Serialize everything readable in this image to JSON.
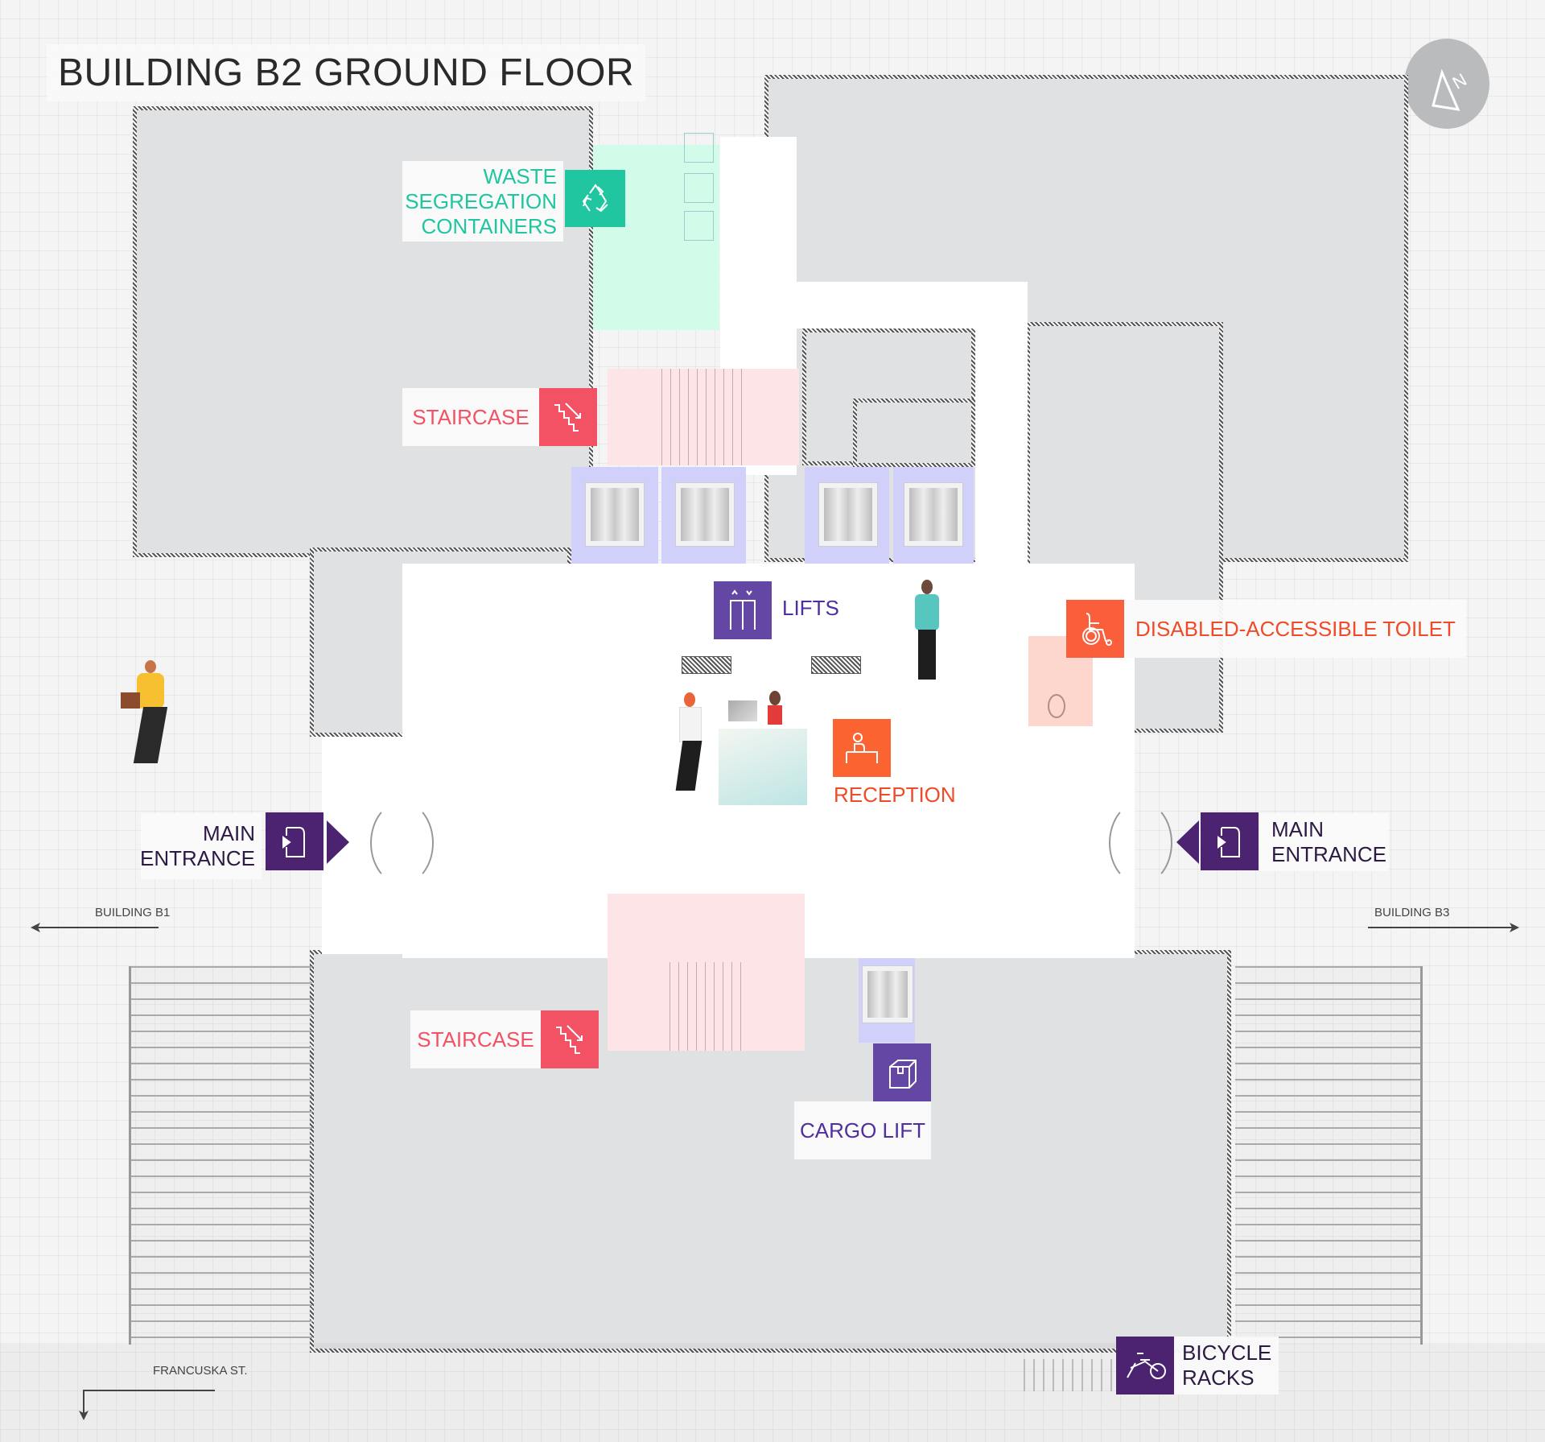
{
  "map": {
    "title": "BUILDING B2 GROUND FLOOR",
    "compass": {
      "icon": "north-compass-icon",
      "letter": "N"
    },
    "colors": {
      "waste": "#1fc6a0",
      "staircase": "#f25263",
      "lifts": "#6447a4",
      "toilet": "#fa5e3a",
      "reception": "#fb6430",
      "entrance": "#4b2371",
      "bicycle": "#4b2371",
      "room_fill": "#e0e1e3",
      "floor_fill": "#ffffff"
    },
    "labels": {
      "waste": {
        "lines": [
          "WASTE",
          "SEGREGATION",
          "CONTAINERS"
        ],
        "icon": "recycle-icon"
      },
      "staircase_top": {
        "text": "STAIRCASE",
        "icon": "staircase-down-icon"
      },
      "lifts": {
        "text": "LIFTS",
        "icon": "lift-icon"
      },
      "toilet": {
        "text": "DISABLED-ACCESSIBLE TOILET",
        "icon": "wheelchair-icon"
      },
      "reception": {
        "text": "RECEPTION",
        "icon": "reception-desk-icon"
      },
      "main_entrance_left": {
        "lines": [
          "MAIN",
          "ENTRANCE"
        ],
        "icon": "entrance-door-icon"
      },
      "main_entrance_right": {
        "lines": [
          "MAIN",
          "ENTRANCE"
        ],
        "icon": "entrance-door-icon"
      },
      "staircase_bottom": {
        "text": "STAIRCASE",
        "icon": "staircase-down-icon"
      },
      "cargo_lift": {
        "text": "CARGO LIFT",
        "icon": "package-box-icon"
      },
      "bicycle": {
        "lines": [
          "BICYCLE",
          "RACKS"
        ],
        "icon": "bicycle-icon"
      }
    },
    "directions": {
      "building_b1": "BUILDING B1",
      "building_b3": "BUILDING B3",
      "street": "FRANCUSKA ST."
    }
  }
}
